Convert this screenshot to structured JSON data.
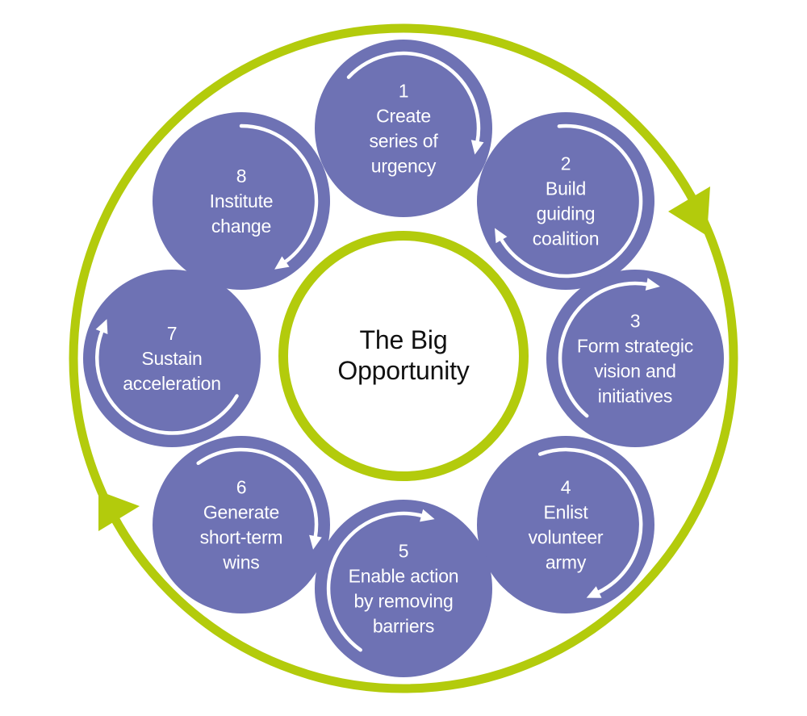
{
  "diagram": {
    "center": {
      "title_lines": [
        "The Big",
        "Opportunity"
      ],
      "title": "The Big Opportunity"
    },
    "steps": [
      {
        "number": "1",
        "label": "Create series of urgency",
        "lines": [
          "Create",
          "series of",
          "urgency"
        ]
      },
      {
        "number": "2",
        "label": "Build guiding coalition",
        "lines": [
          "Build",
          "guiding",
          "coalition"
        ]
      },
      {
        "number": "3",
        "label": "Form strategic vision and initiatives",
        "lines": [
          "Form strategic",
          "vision and",
          "initiatives"
        ]
      },
      {
        "number": "4",
        "label": "Enlist volunteer army",
        "lines": [
          "Enlist",
          "volunteer",
          "army"
        ]
      },
      {
        "number": "5",
        "label": "Enable action by removing barriers",
        "lines": [
          "Enable action",
          "by removing",
          "barriers"
        ]
      },
      {
        "number": "6",
        "label": "Generate short-term wins",
        "lines": [
          "Generate",
          "short-term",
          "wins"
        ]
      },
      {
        "number": "7",
        "label": "Sustain acceleration",
        "lines": [
          "Sustain",
          "acceleration"
        ]
      },
      {
        "number": "8",
        "label": "Institute change",
        "lines": [
          "Institute",
          "change"
        ]
      }
    ],
    "colors": {
      "step_circle": "#6e72b4",
      "ring_green": "#b3cb0c",
      "step_text": "#ffffff",
      "center_text": "#111111",
      "step_arrow": "#ffffff",
      "background": "#ffffff"
    },
    "icons": {
      "outer_ring_arrows": "clockwise-cycle-arrowheads",
      "step_arrows": "clockwise-arc-arrow"
    }
  }
}
